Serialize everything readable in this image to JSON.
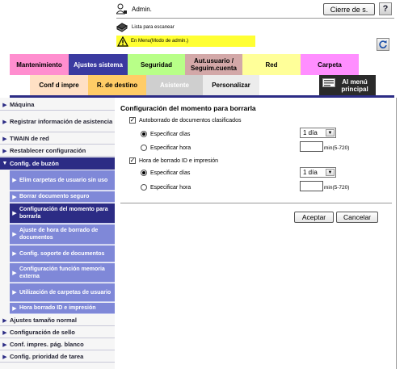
{
  "header": {
    "user": "Admin.",
    "logout_label": "Cierre de s.",
    "help_label": "?",
    "scan_list": "Lista para escanear",
    "warning": "En Menu(Modo de admin.)"
  },
  "tabs_row1": [
    {
      "label": "Mantenimiento"
    },
    {
      "label": "Ajustes sistema"
    },
    {
      "label": "Seguridad"
    },
    {
      "label": "Aut.usuario / Seguim.cuenta"
    },
    {
      "label": "Red"
    },
    {
      "label": "Carpeta"
    }
  ],
  "tabs_row2": [
    {
      "label": "Conf d impre"
    },
    {
      "label": "R. de destino"
    },
    {
      "label": "Asistente"
    },
    {
      "label": "Personalizar"
    }
  ],
  "main_menu_label": "Al menú principal",
  "sidebar": {
    "top_items": [
      {
        "label": "Máquina"
      },
      {
        "label": "Registrar información de asistencia"
      },
      {
        "label": "TWAIN de red"
      },
      {
        "label": "Restablecer configuración"
      },
      {
        "label": "Config. de buzón"
      }
    ],
    "sub_items": [
      {
        "label": "Elim carpetas de usuario sin uso"
      },
      {
        "label": "Borrar documento seguro"
      },
      {
        "label": "Configuración del momento para borrarla"
      },
      {
        "label": "Ajuste de hora de borrado de documentos"
      },
      {
        "label": "Config. soporte de documentos"
      },
      {
        "label": "Configuración función memoria externa"
      },
      {
        "label": "Utilización de carpetas de usuario"
      },
      {
        "label": "Hora borrado ID e impresión"
      }
    ],
    "bottom_items": [
      {
        "label": "Ajustes tamaño normal"
      },
      {
        "label": "Configuración de sello"
      },
      {
        "label": "Conf. impres. pág. blanco"
      },
      {
        "label": "Config. prioridad de tarea"
      }
    ]
  },
  "main": {
    "title": "Configuración del momento para borrarla",
    "section1": {
      "checkbox_label": "Autoborrado de documentos clasificados",
      "radio_days": "Especificar días",
      "radio_hour": "Especificar hora",
      "days_value": "1 día",
      "hour_value": "",
      "hour_unit": "min(5-720)"
    },
    "section2": {
      "checkbox_label": "Hora de borrado ID e impresión",
      "radio_days": "Especificar días",
      "radio_hour": "Especificar hora",
      "days_value": "1 día",
      "hour_value": "",
      "hour_unit": "min(5-720)"
    },
    "ok_label": "Aceptar",
    "cancel_label": "Cancelar"
  },
  "colors": {
    "nav_dark": "#2c2c85",
    "nav_sub": "#7f88d8",
    "warning_bg": "#ffff33"
  }
}
